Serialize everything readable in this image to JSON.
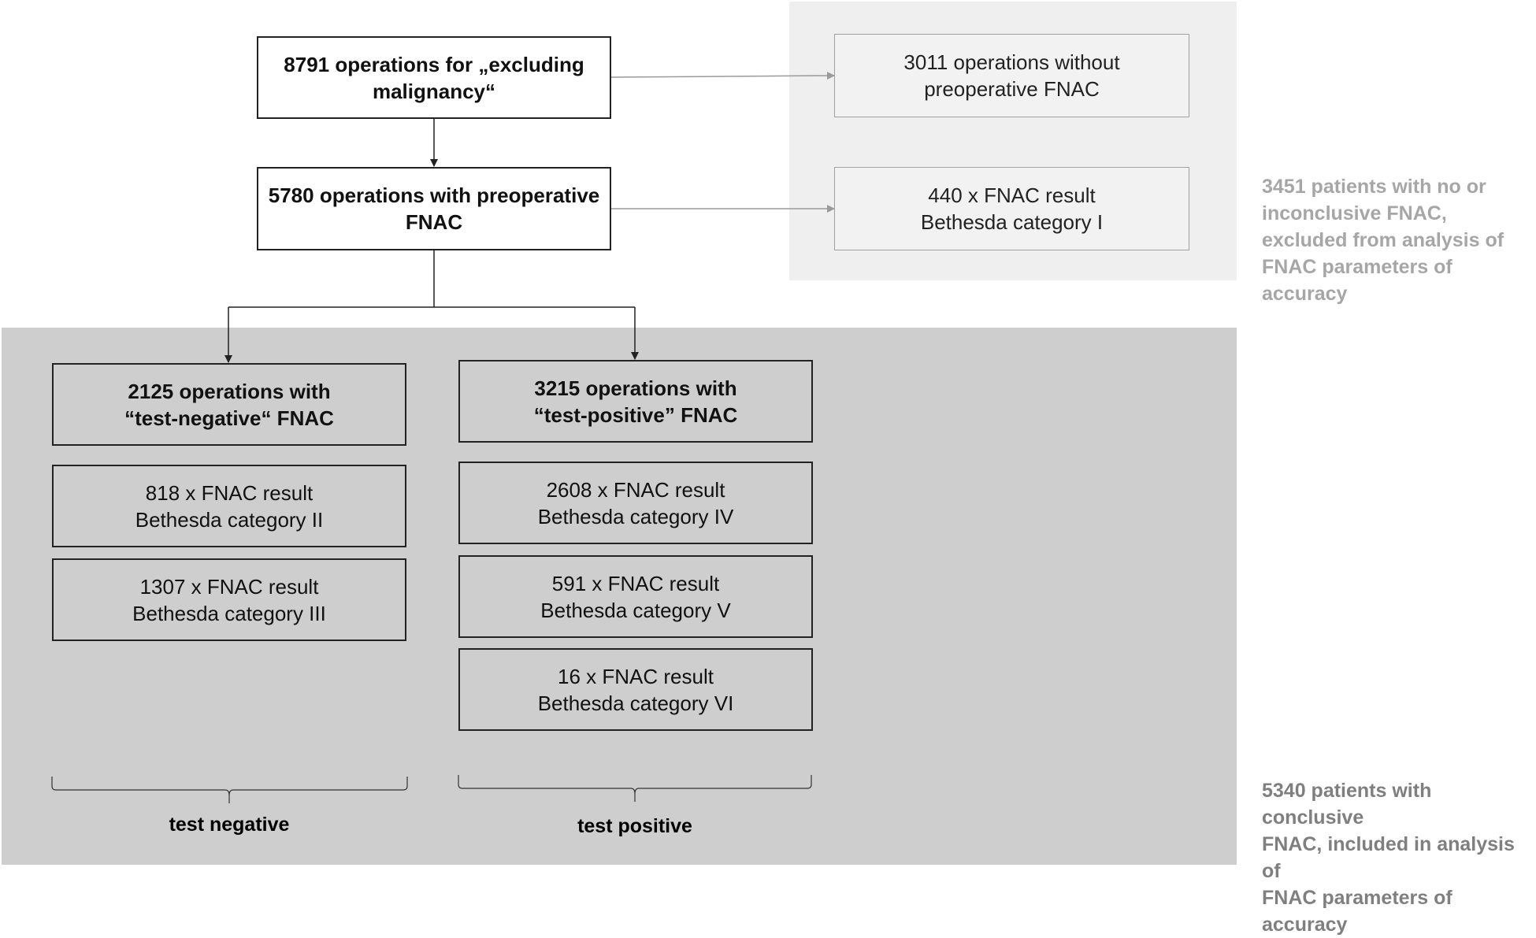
{
  "top": {
    "total": {
      "line1": "8791 operations for „excluding",
      "line2": "malignancy“"
    },
    "with_fnac": {
      "line1": "5780 operations with preoperative",
      "line2": "FNAC"
    }
  },
  "excluded": {
    "without_fnac": {
      "line1": "3011 operations without",
      "line2": "preoperative FNAC"
    },
    "cat1": {
      "line1": "440 x FNAC result",
      "line2": "Bethesda category I"
    },
    "note": {
      "line1": "3451 patients with no or",
      "line2": "inconclusive FNAC,",
      "line3": "excluded from analysis of",
      "line4": "FNAC parameters of accuracy"
    }
  },
  "negative": {
    "header": {
      "line1": "2125 operations with",
      "line2": "“test-negative“ FNAC"
    },
    "items": [
      {
        "line1": "818 x FNAC result",
        "line2": "Bethesda category II"
      },
      {
        "line1": "1307 x FNAC result",
        "line2": "Bethesda category III"
      }
    ],
    "label": "test negative"
  },
  "positive": {
    "header": {
      "line1": "3215 operations with",
      "line2": "“test-positive” FNAC"
    },
    "items": [
      {
        "line1": "2608 x FNAC result",
        "line2": "Bethesda category IV"
      },
      {
        "line1": "591 x FNAC result",
        "line2": "Bethesda category V"
      },
      {
        "line1": "16 x FNAC result",
        "line2": "Bethesda category VI"
      }
    ],
    "label": "test positive"
  },
  "included": {
    "note": {
      "line1": "5340 patients with conclusive",
      "line2": "FNAC, included in analysis of",
      "line3": "FNAC parameters of accuracy"
    }
  },
  "colors": {
    "excluded_panel": "#efefef",
    "included_panel": "#cecece",
    "excluded_note": "#a6a6a6",
    "included_note": "#7f7f7f"
  }
}
